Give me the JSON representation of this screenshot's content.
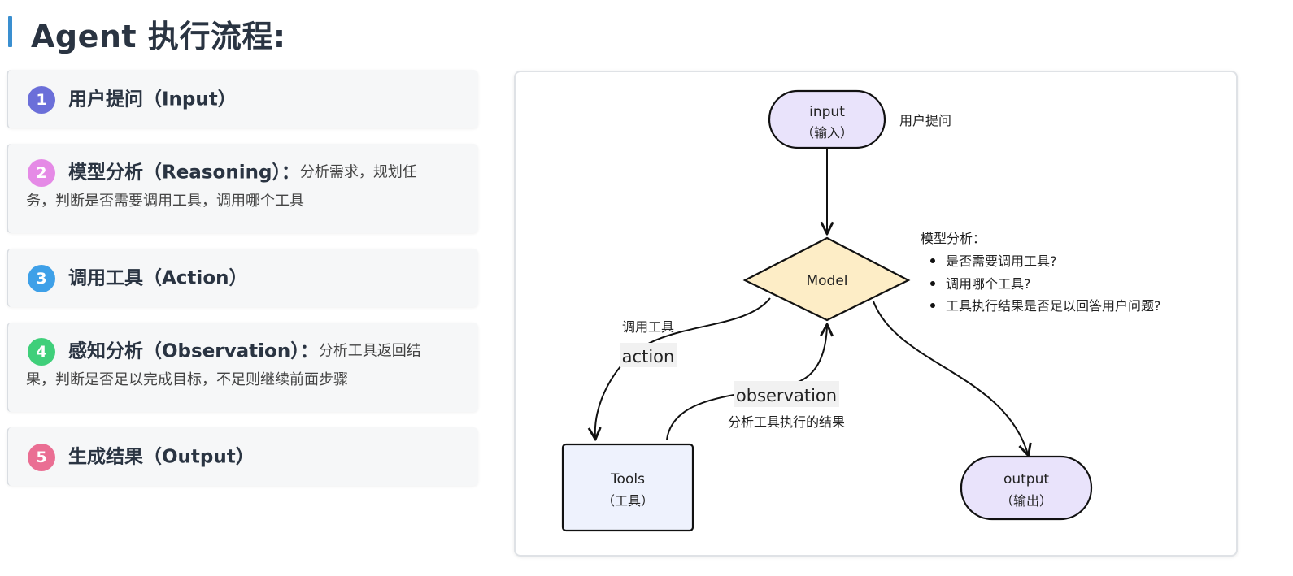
{
  "page": {
    "title": "Agent 执行流程:"
  },
  "steps": [
    {
      "num": "1",
      "head": "用户提问（Input）",
      "desc": "",
      "desc2": "",
      "color": "#6b6fd9"
    },
    {
      "num": "2",
      "head": "模型分析（Reasoning）：",
      "desc": "分析需求，规划任",
      "desc2": "务，判断是否需要调用工具，调用哪个工具",
      "color": "#e58ae6"
    },
    {
      "num": "3",
      "head": "调用工具（Action）",
      "desc": "",
      "desc2": "",
      "color": "#3ea0e8"
    },
    {
      "num": "4",
      "head": "感知分析（Observation）：",
      "desc": "分析工具返回结",
      "desc2": "果，判断是否足以完成目标，不足则继续前面步骤",
      "color": "#3fcf7a"
    },
    {
      "num": "5",
      "head": "生成结果（Output）",
      "desc": "",
      "desc2": "",
      "color": "#ea6e93"
    }
  ],
  "diagram": {
    "input_node": {
      "line1": "input",
      "line2": "（输入）"
    },
    "input_note": "用户提问",
    "model_node": "Model",
    "model_note_title": "模型分析：",
    "model_note_items": [
      "是否需要调用工具?",
      "调用哪个工具?",
      "工具执行结果是否足以回答用户问题?"
    ],
    "action_label_cn": "调用工具",
    "action_label_en": "action",
    "observation_label_en": "observation",
    "observation_label_cn": "分析工具执行的结果",
    "tools_node": {
      "line1": "Tools",
      "line2": "（工具）"
    },
    "output_node": {
      "line1": "output",
      "line2": "（输出）"
    },
    "colors": {
      "terminal_fill": "#e9e3fb",
      "model_fill": "#fdedc6",
      "tools_fill": "#eef2fd",
      "stroke": "#111111"
    }
  }
}
